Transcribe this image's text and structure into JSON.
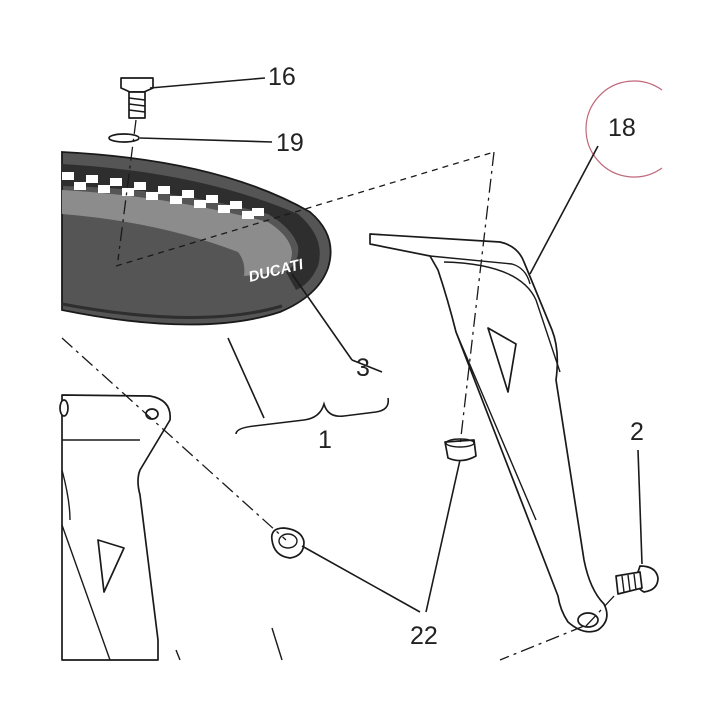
{
  "callouts": {
    "c16": "16",
    "c19": "19",
    "c18": "18",
    "c3": "3",
    "c1": "1",
    "c2": "2",
    "c22": "22"
  },
  "decal_text": "DUCATI",
  "colors": {
    "line": "#1a1a1a",
    "fender_fill": "#555555",
    "fender_stripe_dark": "#2e2e2e",
    "fender_stripe_light": "#9a9a9a",
    "highlight_circle": "#c0687a"
  }
}
